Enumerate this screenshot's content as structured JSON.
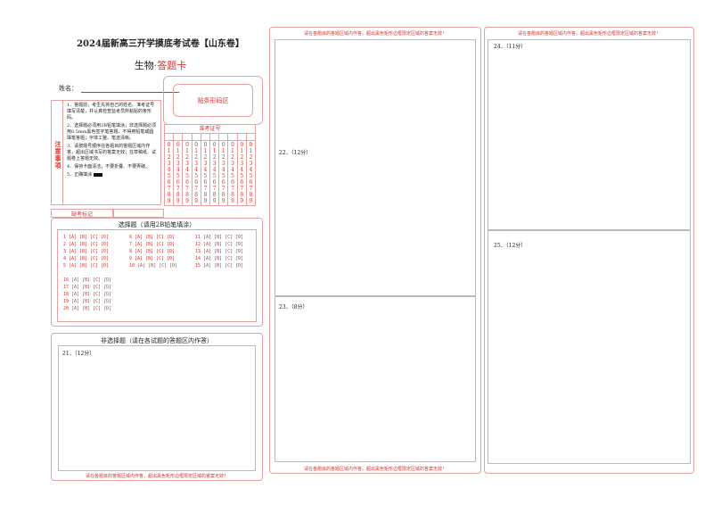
{
  "header": {
    "title": "2024届新高三开学摸底考试卷【山东卷】",
    "subject": "生物",
    "sheet_label": "·答题卡",
    "name_label": "姓名：",
    "barcode_label": "贴条形码区"
  },
  "notice": {
    "label": "注意事项",
    "items": [
      "1．答题前，考生先将自己的姓名、准考证号填写清楚，并认真检查监考员所粘贴的条形码。",
      "2．选择题必须用2B铅笔填涂；非选择题必须用0.5mm黑色签字笔答题，不得用铅笔或圆珠笔答题；字体工整、笔迹清晰。",
      "3．请按题号顺序在各题目的答题区域内作答，超出区域书写的答案无效；在草稿纸、试题卷上答题无效。",
      "4．保持卡面清洁，不要折叠、不要弄破。",
      "5．正确填涂"
    ]
  },
  "exam_number": {
    "label": "准考证号",
    "digits": [
      "0",
      "1",
      "2",
      "3",
      "4",
      "5",
      "6",
      "7",
      "8",
      "9"
    ],
    "column_count": 10
  },
  "absent_label": "缺考标记",
  "choice": {
    "title": "选择题（请用2B铅笔填涂）",
    "groups": [
      "1 [A] [B] [C] [D]\n2 [A] [B] [C] [D]\n3 [A] [B] [C] [D]\n4 [A] [B] [C] [D]\n5 [A] [B] [C] [D]",
      "6 [A] [B] [C] [D]\n7 [A] [B] [C] [D]\n8 [A] [B] [C] [D]\n9 [A] [B] [C] [D]\n10 [A] [B] [C] [D]",
      "11 [A] [B] [C] [D]\n12 [A] [B] [C] [D]\n13 [A] [B] [C] [D]\n14 [A] [B] [C] [D]\n15 [A] [B] [C] [D]",
      "16 [A] [B] [C] [D]\n17 [A] [B] [C] [D]\n18 [A] [B] [C] [D]\n19 [A] [B] [C] [D]\n20 [A] [B] [C] [D]"
    ]
  },
  "nonchoice": {
    "title": "非选择题（请在各试题的答题区内作答）",
    "q21": "21．（12分）",
    "q22": "22．（12分）",
    "q23": "23．（8分）",
    "q24": "24．（11分）",
    "q25": "25．（12分）"
  },
  "warning": "请在各题目的答题区域内作答，超出黑色矩形边框限定区域的答案无效！"
}
